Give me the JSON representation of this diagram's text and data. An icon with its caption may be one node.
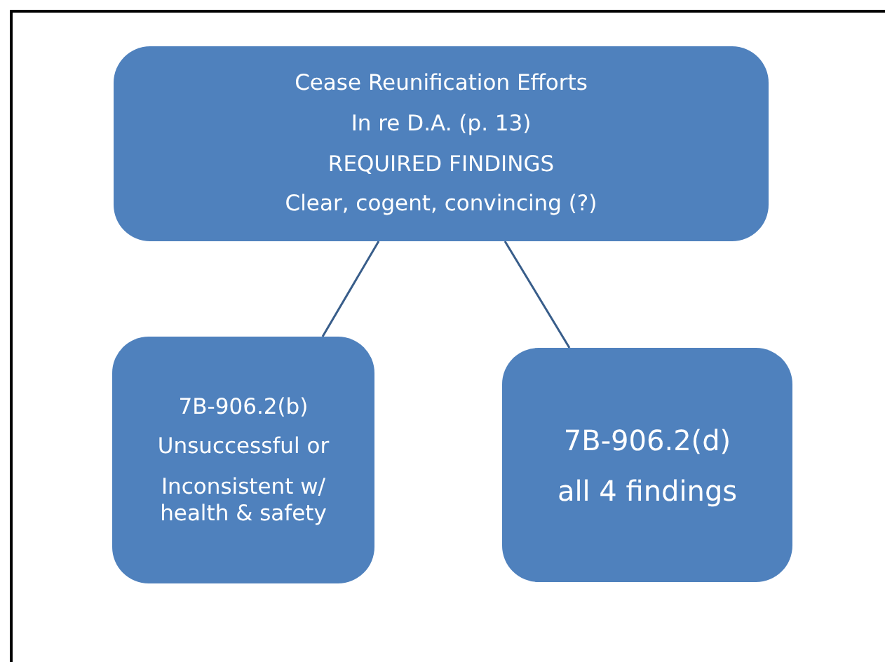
{
  "diagram": {
    "nodes": [
      {
        "text": [
          "Cease Reunification Efforts",
          "In re D.A. (p. 13)",
          "REQUIRED FINDINGS",
          "Clear, cogent, convincing (?)"
        ]
      },
      {
        "text": [
          "7B-906.2(b)",
          "Unsuccessful or",
          "Inconsistent w/ health & safety"
        ]
      },
      {
        "text": [
          "7B-906.2(d)",
          "all 4 findings"
        ]
      }
    ],
    "edges": [
      {
        "from": 0,
        "to": 1,
        "arrow": "none"
      },
      {
        "from": 0,
        "to": 2,
        "arrow": "none"
      }
    ]
  }
}
